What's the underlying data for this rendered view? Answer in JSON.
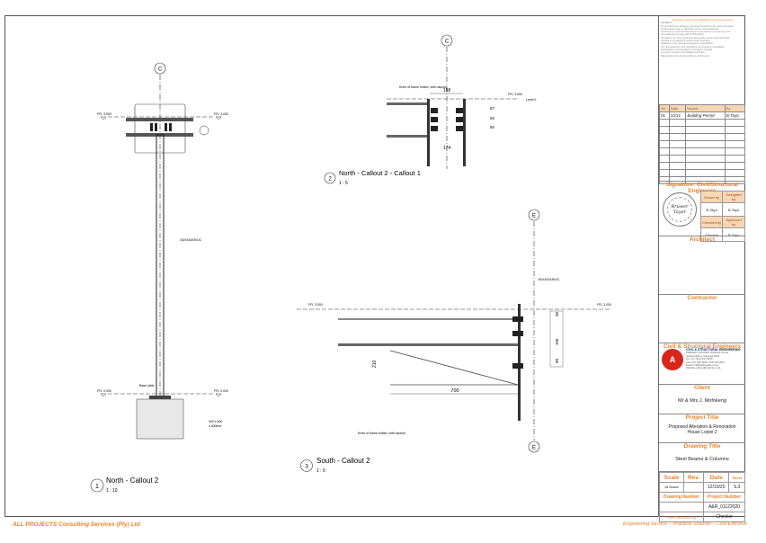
{
  "title_block": {
    "notes_title": "Copyright is vested in ALL PROJECTS Consulting Services",
    "notes_lines": [
      "GENERAL",
      "Do not scale from drawings; figured dimensions to be used in all cases.",
      "All dimensions are in millimetres unless noted otherwise.",
      "Contractor to verify all dimensions on site before commencing work.",
      "All steelwork to comply with SANS 10162.",
      "All welds to be 6mm continuous fillet welds unless noted otherwise.",
      "All bolts to be grade 8.8 unless noted otherwise.",
      "Steelwork to be primed and painted to specification.",
      "Any discrepancies to be reported to the engineer immediately.",
      "Foundations to be founded on competent material.",
      "Concrete strength to be 25MPa at 28 days.",
      "Base plates to be grouted with non-shrink grout."
    ],
    "rev_headers": [
      "No",
      "Date",
      "Issued",
      "By"
    ],
    "revisions": [
      {
        "no": "01",
        "date": "10/12",
        "issued": "Building Permit",
        "by": "B.Tayo"
      }
    ],
    "sig_header": "Signature: Civil/Structural Engineers",
    "sig_cols": [
      "Drawn by",
      "Designed by"
    ],
    "sig_row1": [
      "B.Tayo",
      "B.Tayo"
    ],
    "sig_cols2": [
      "Checked by",
      "Approved by"
    ],
    "sig_row2": [
      "Checker",
      "B.Tayo"
    ],
    "stamp_text": "Bruwer Tayer",
    "architect": "Architect",
    "contractor": "Contractor",
    "civil": "Civil & Structural Engineers",
    "company_name": "CIVIL & STRUCTURAL ENGINEERING",
    "company_lines": [
      "PRIMARY OFFICES: 8A Bosch Street,",
      "Johannesburg, Gauteng 2001",
      "Tel: +27 (0)11 234 5678",
      "Cell: 072 564 3456 / 079 123 4567",
      "Email: info@allprojects.co.za",
      "Website: www.allprojects.co.za"
    ],
    "logo_letter": "A",
    "client_label": "Client",
    "client": "Mr & Mrs J. Mofokeng",
    "project_label": "Project Title",
    "project_line1": "Proposed Alteration & Renovation",
    "project_line2": "House Lejwe 2",
    "drawing_label": "Drawing Title",
    "drawing_title": "Steel Beams & Columns",
    "scale_label": "Scale",
    "rev_label": "Rev.",
    "date_label": "Date",
    "sheet_label": "Sheet",
    "scale_val": "All Scales",
    "date_val": "12/10/20",
    "sheet_val": "S.3",
    "drawing_number_label": "Drawing Number",
    "project_number_label": "Project Number",
    "project_number": "A&R_01122020",
    "reviewed_label": "Peer Reviewed By",
    "reviewed_by": "Checker"
  },
  "footer": {
    "left": "ALL PROJECTS Consulting Services (Pty) Ltd",
    "right": "Engineering Service – Practical Solution – Cost Effective"
  },
  "views": {
    "v1": {
      "num": "1",
      "title": "North - Callout 2",
      "scale": "1 : 10"
    },
    "v2": {
      "num": "2",
      "title": "North - Callout 2 - Callout 1",
      "scale": "1 : 5"
    },
    "v3": {
      "num": "3",
      "title": "South - Callout 2",
      "scale": "1 : 5"
    }
  },
  "grids": {
    "c": "C",
    "e": "E"
  },
  "labels": {
    "section": "152x152x30UC",
    "base_plate": "Base plate",
    "footing": "300 x 600\nx 400mm",
    "knee": "Knee of frame bolted, with haunch",
    "knee_b": "Knee of frame bolted, with haunch",
    "ffl_top": "FFL 3.000",
    "ffl_bottom": "FFL 0.000",
    "level": "Level 0",
    "dim_158": "158",
    "dim_174": "174",
    "dim_67": "67",
    "dim_50": "50",
    "dim_60": "60",
    "dim_105": "105",
    "dim_90": "90",
    "dim_210": "210",
    "dim_700": "700"
  }
}
